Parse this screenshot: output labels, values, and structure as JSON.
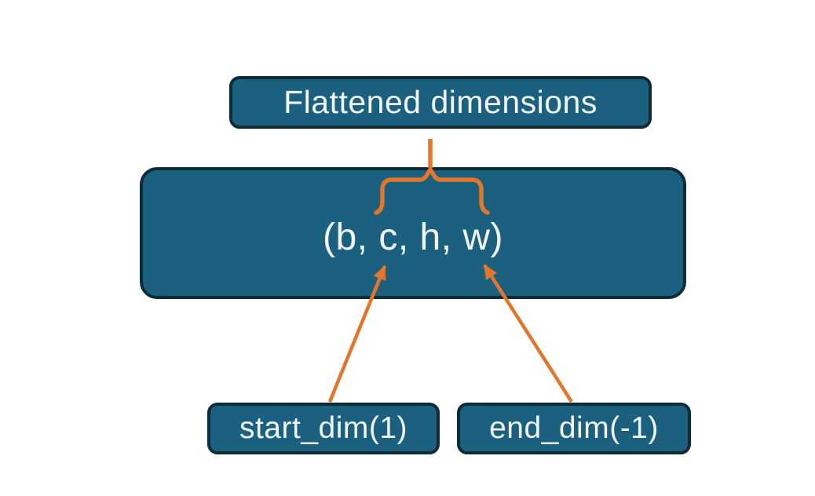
{
  "diagram": {
    "top_box": {
      "label": "Flattened dimensions"
    },
    "tensor_box": {
      "label": "(b, c, h, w)"
    },
    "start_box": {
      "label": "start_dim(1)"
    },
    "end_box": {
      "label": "end_dim(-1)"
    }
  },
  "colors": {
    "background": "#FFFFFF",
    "node-fill": "#1B607F",
    "node-border": "#0E2B38",
    "accent": "#E2762D",
    "text": "#F2F6F6"
  }
}
